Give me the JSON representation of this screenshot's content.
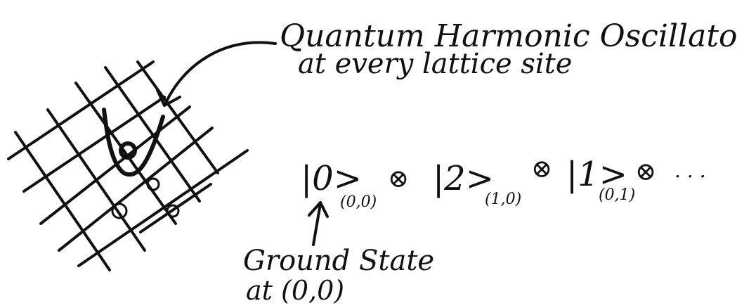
{
  "annotation_top": {
    "line1": "Quantum Harmonic Oscillator",
    "line2": "at every lattice site"
  },
  "state": {
    "terms": [
      {
        "ket": "|0>",
        "subscript": "(0,0)"
      },
      {
        "ket": "|2>",
        "subscript": "(1,0)"
      },
      {
        "ket": "|1>",
        "subscript": "(0,1)"
      }
    ],
    "tensor_symbol": "⊗",
    "ellipsis": ". . ."
  },
  "annotation_bottom": {
    "line1": "Ground State",
    "line2": "at (0,0)"
  },
  "colors": {
    "ink": "#111111",
    "background": "#ffffff"
  }
}
